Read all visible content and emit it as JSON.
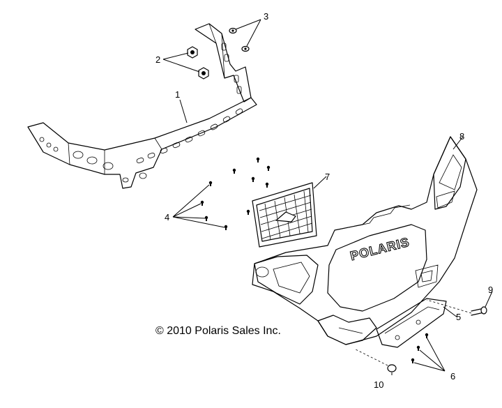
{
  "diagram": {
    "copyright": "© 2010 Polaris Sales Inc.",
    "fascia_logo": "POLARIS",
    "callouts": [
      "1",
      "2",
      "3",
      "4",
      "5",
      "6",
      "7",
      "8",
      "9",
      "10"
    ]
  }
}
